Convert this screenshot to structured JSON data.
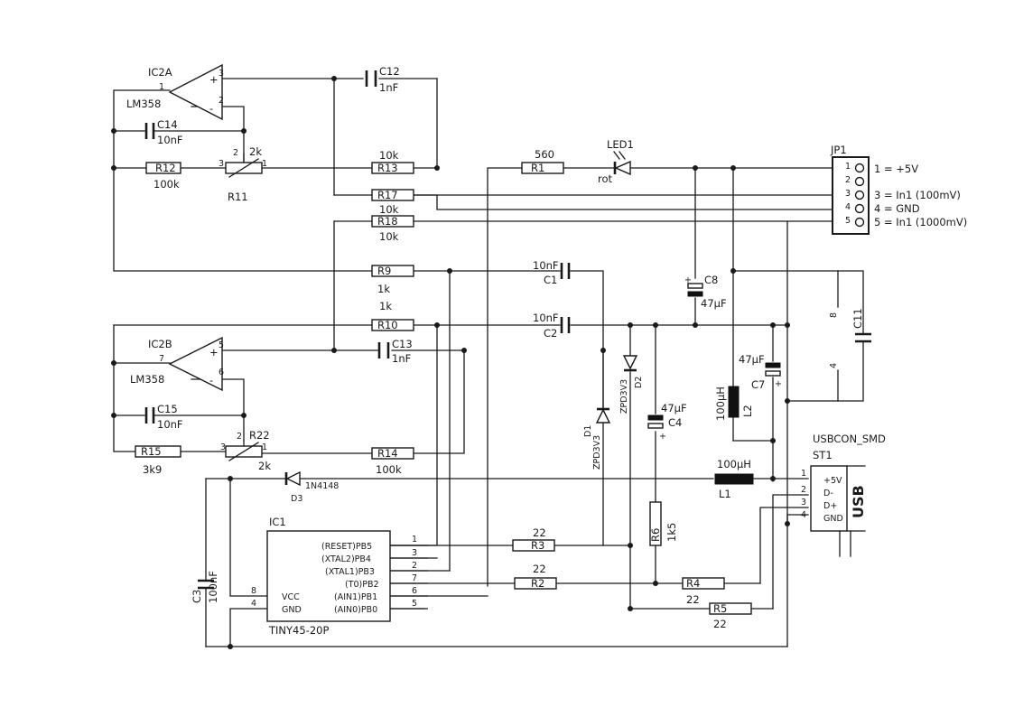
{
  "ic2a": {
    "name": "IC2A",
    "part": "LM358",
    "p1": "1",
    "p2": "2",
    "p3": "3",
    "plus": "+",
    "minus": "-"
  },
  "ic2b": {
    "name": "IC2B",
    "part": "LM358",
    "p7": "7",
    "p6": "6",
    "p5": "5",
    "plus": "+",
    "minus": "-"
  },
  "c12": {
    "name": "C12",
    "value": "1nF"
  },
  "c13": {
    "name": "C13",
    "value": "1nF"
  },
  "c14": {
    "name": "C14",
    "value": "10nF"
  },
  "c15": {
    "name": "C15",
    "value": "10nF"
  },
  "r12": {
    "name": "R12",
    "value": "100k"
  },
  "r11": {
    "name": "R11",
    "value": "2k",
    "p1": "1",
    "p2": "2",
    "p3": "3"
  },
  "r13": {
    "name": "R13",
    "value": "10k"
  },
  "r17": {
    "name": "R17",
    "value": "10k"
  },
  "r18": {
    "name": "R18",
    "value": "10k"
  },
  "r9": {
    "name": "R9",
    "value": "1k"
  },
  "r10": {
    "name": "R10",
    "value": "1k"
  },
  "r15": {
    "name": "R15",
    "value": "3k9"
  },
  "r22": {
    "name": "R22",
    "value": "2k",
    "p1": "1",
    "p2": "2",
    "p3": "3"
  },
  "r14": {
    "name": "R14",
    "value": "100k"
  },
  "r1": {
    "name": "R1",
    "value": "560"
  },
  "led1": {
    "name": "LED1",
    "color": "rot"
  },
  "jp1": {
    "name": "JP1",
    "pins": [
      "1",
      "2",
      "3",
      "4",
      "5"
    ],
    "desc": [
      "1 = +5V",
      "3 = In1 (100mV)",
      "4 = GND",
      "5 = In1 (1000mV)"
    ]
  },
  "c1": {
    "name": "C1",
    "value": "10nF"
  },
  "c2": {
    "name": "C2",
    "value": "10nF"
  },
  "c8": {
    "name": "C8",
    "value": "47µF"
  },
  "c7": {
    "name": "C7",
    "value": "47µF"
  },
  "c4": {
    "name": "C4",
    "value": "47µF"
  },
  "c11": {
    "name": "C11",
    "p8": "8",
    "p4": "4"
  },
  "c3": {
    "name": "C3",
    "value": "100nF"
  },
  "d1": {
    "name": "D1",
    "value": "ZPD3V3"
  },
  "d2": {
    "name": "D2",
    "value": "ZPD3V3"
  },
  "d3": {
    "name": "D3",
    "value": "1N4148"
  },
  "l1": {
    "name": "L1",
    "value": "100µH"
  },
  "l2": {
    "name": "L2",
    "value": "100µH"
  },
  "r6": {
    "name": "R6",
    "value": "1k5"
  },
  "r3": {
    "name": "R3",
    "value": "22"
  },
  "r2": {
    "name": "R2",
    "value": "22"
  },
  "r4": {
    "name": "R4",
    "value": "22"
  },
  "r5": {
    "name": "R5",
    "value": "22"
  },
  "ic1": {
    "name": "IC1",
    "part": "TINY45-20P",
    "right_pins": [
      {
        "label": "(RESET)PB5",
        "num": "1"
      },
      {
        "label": "(XTAL2)PB4",
        "num": "3"
      },
      {
        "label": "(XTAL1)PB3",
        "num": "2"
      },
      {
        "label": "(T0)PB2",
        "num": "7"
      },
      {
        "label": "(AIN1)PB1",
        "num": "6"
      },
      {
        "label": "(AIN0)PB0",
        "num": "5"
      }
    ],
    "left_pins": [
      {
        "label": "VCC",
        "num": "8"
      },
      {
        "label": "GND",
        "num": "4"
      }
    ]
  },
  "st1": {
    "name": "ST1",
    "type": "USBCON_SMD",
    "usb": "USB",
    "pins": [
      {
        "num": "1",
        "label": "+5V"
      },
      {
        "num": "2",
        "label": "D-"
      },
      {
        "num": "3",
        "label": "D+"
      },
      {
        "num": "4",
        "label": "GND"
      }
    ]
  }
}
